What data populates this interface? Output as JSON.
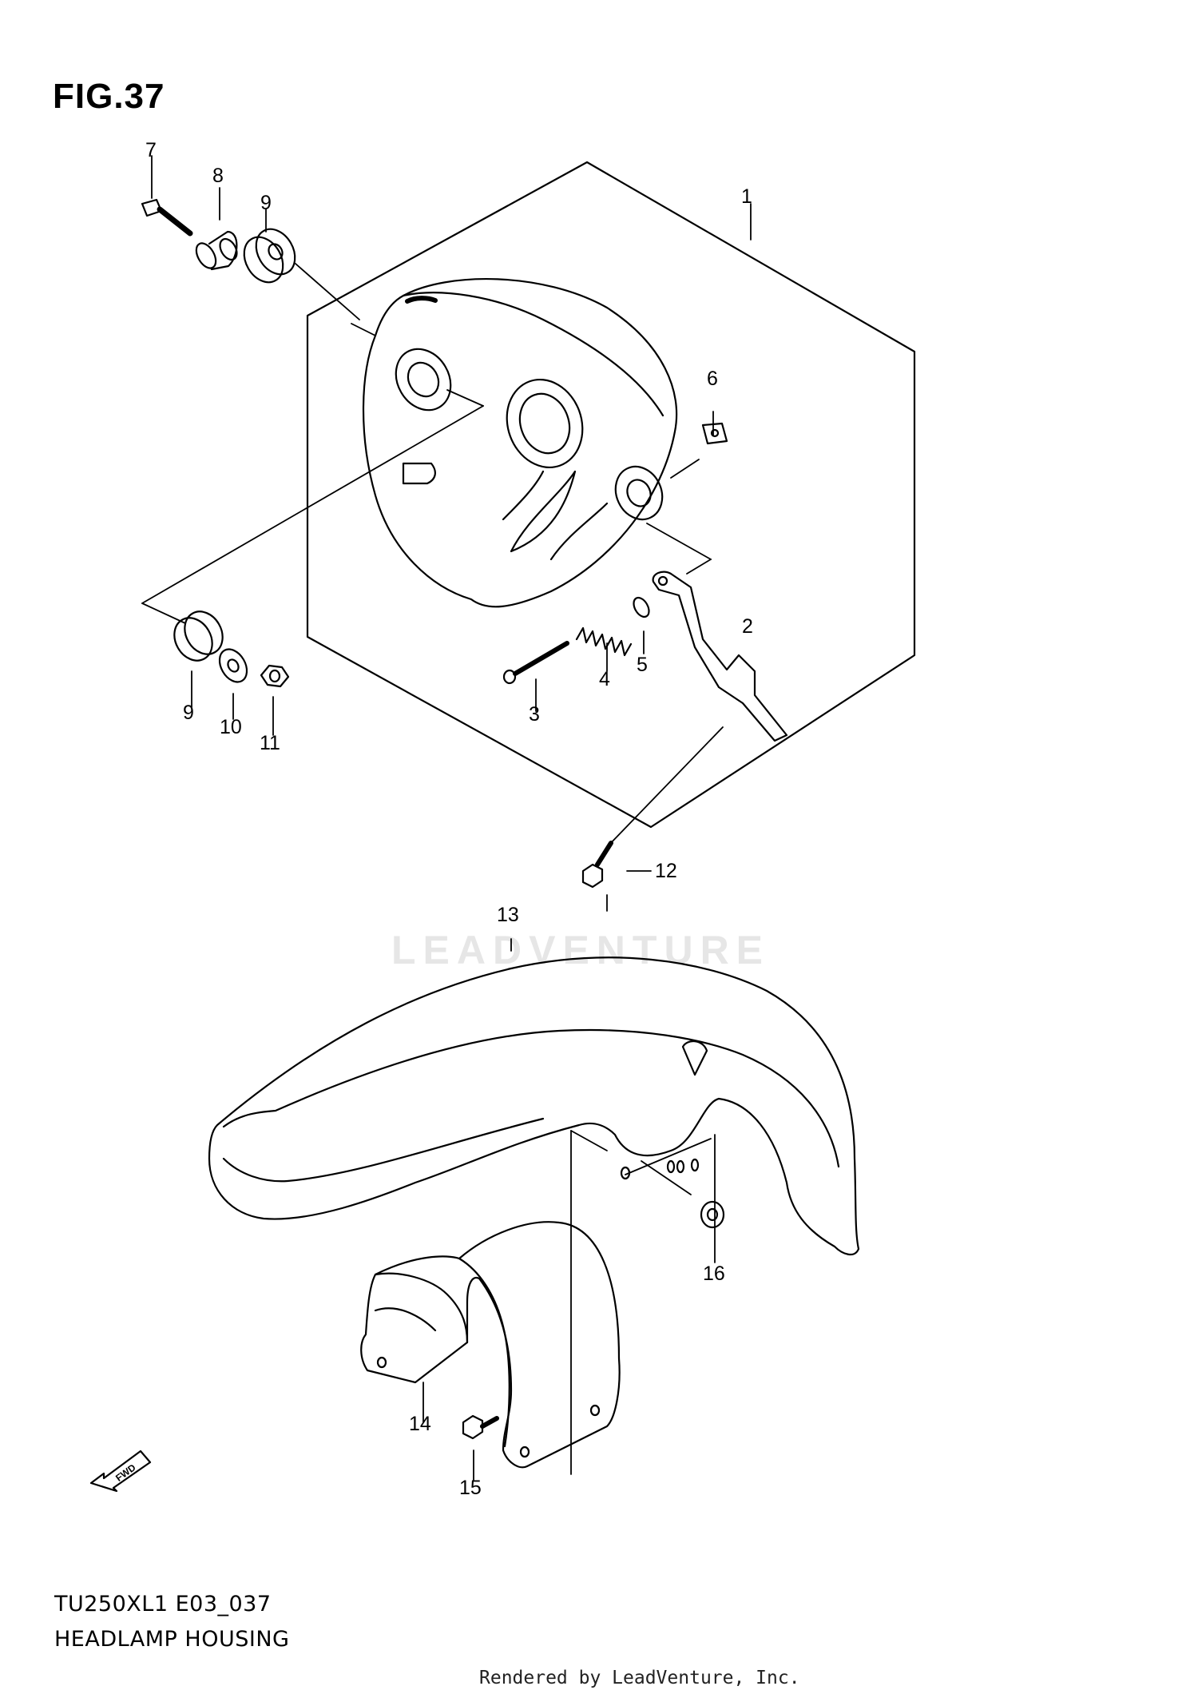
{
  "figure": {
    "title": "FIG.37"
  },
  "callouts": [
    "1",
    "2",
    "3",
    "4",
    "5",
    "6",
    "7",
    "8",
    "9",
    "9",
    "10",
    "11",
    "12",
    "13",
    "14",
    "15",
    "16"
  ],
  "watermark": "LEADVENTURE",
  "fwd_label": "FWD",
  "footer": {
    "model_code": "TU250XL1 E03_037",
    "part_name": "HEADLAMP HOUSING",
    "rendered_by": "Rendered by LeadVenture, Inc."
  }
}
